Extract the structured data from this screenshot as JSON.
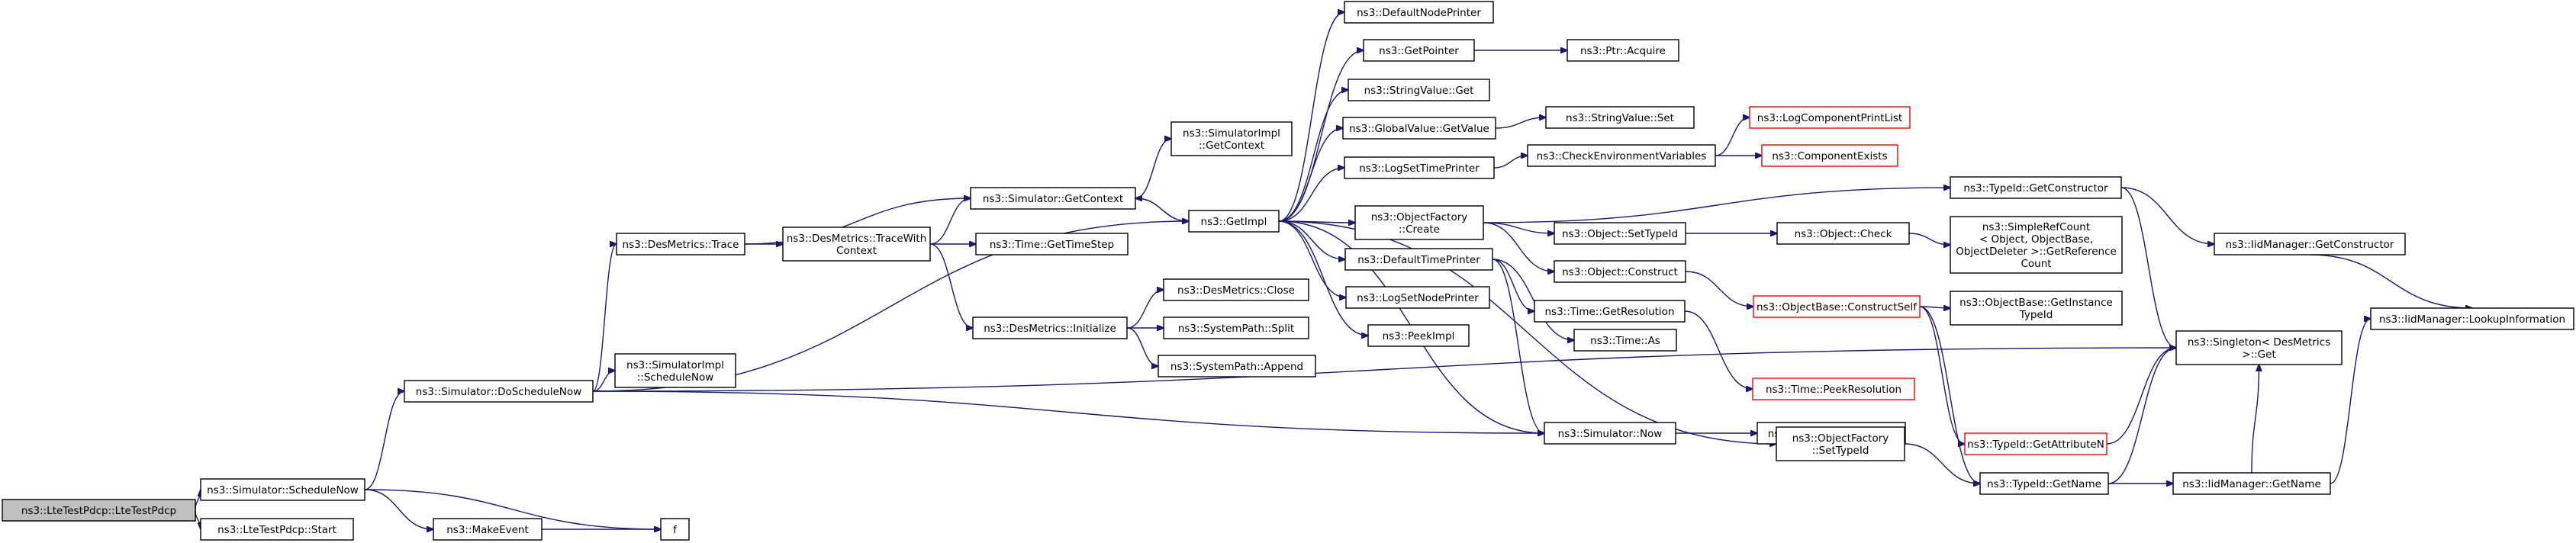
{
  "colors": {
    "edge": "#191970",
    "border": "#000000",
    "highlight_border": "#ff0000",
    "root_fill": "#bfbfbf"
  },
  "nodes": [
    {
      "id": "root",
      "lines": [
        "ns3::LteTestPdcp::LteTestPdcp"
      ]
    },
    {
      "id": "scheduleNow",
      "lines": [
        "ns3::Simulator::ScheduleNow"
      ]
    },
    {
      "id": "start",
      "lines": [
        "ns3::LteTestPdcp::Start"
      ]
    },
    {
      "id": "makeEvent",
      "lines": [
        "ns3::MakeEvent"
      ]
    },
    {
      "id": "f",
      "lines": [
        "f"
      ]
    },
    {
      "id": "doScheduleNow",
      "lines": [
        "ns3::Simulator::DoScheduleNow"
      ]
    },
    {
      "id": "simImplScheduleNow",
      "lines": [
        "ns3::SimulatorImpl",
        "::ScheduleNow"
      ]
    },
    {
      "id": "desTrace",
      "lines": [
        "ns3::DesMetrics::Trace"
      ]
    },
    {
      "id": "desTraceWith",
      "lines": [
        "ns3::DesMetrics::TraceWith",
        "Context"
      ]
    },
    {
      "id": "getContext",
      "lines": [
        "ns3::Simulator::GetContext"
      ]
    },
    {
      "id": "simImplGetContext",
      "lines": [
        "ns3::SimulatorImpl",
        "::GetContext"
      ]
    },
    {
      "id": "timeGetTimeStep",
      "lines": [
        "ns3::Time::GetTimeStep"
      ]
    },
    {
      "id": "desInit",
      "lines": [
        "ns3::DesMetrics::Initialize"
      ]
    },
    {
      "id": "desClose",
      "lines": [
        "ns3::DesMetrics::Close"
      ]
    },
    {
      "id": "spSplit",
      "lines": [
        "ns3::SystemPath::Split"
      ]
    },
    {
      "id": "spAppend",
      "lines": [
        "ns3::SystemPath::Append"
      ]
    },
    {
      "id": "getImpl",
      "lines": [
        "ns3::GetImpl"
      ]
    },
    {
      "id": "defNodePrinter",
      "lines": [
        "ns3::DefaultNodePrinter"
      ]
    },
    {
      "id": "getPointer",
      "lines": [
        "ns3::GetPointer"
      ]
    },
    {
      "id": "ptrAcquire",
      "lines": [
        "ns3::Ptr::Acquire"
      ]
    },
    {
      "id": "strValGet",
      "lines": [
        "ns3::StringValue::Get"
      ]
    },
    {
      "id": "gvGetValue",
      "lines": [
        "ns3::GlobalValue::GetValue"
      ]
    },
    {
      "id": "strValSet",
      "lines": [
        "ns3::StringValue::Set"
      ]
    },
    {
      "id": "logSetTimePrinter",
      "lines": [
        "ns3::LogSetTimePrinter"
      ]
    },
    {
      "id": "checkEnv",
      "lines": [
        "ns3::CheckEnvironmentVariables"
      ]
    },
    {
      "id": "logCompPrintList",
      "lines": [
        "ns3::LogComponentPrintList"
      ],
      "highlight": true
    },
    {
      "id": "compExists",
      "lines": [
        "ns3::ComponentExists"
      ],
      "highlight": true
    },
    {
      "id": "ofCreate",
      "lines": [
        "ns3::ObjectFactory",
        "::Create"
      ]
    },
    {
      "id": "tidGetConstructor",
      "lines": [
        "ns3::TypeId::GetConstructor"
      ]
    },
    {
      "id": "objSetTypeId",
      "lines": [
        "ns3::Object::SetTypeId"
      ]
    },
    {
      "id": "objCheck",
      "lines": [
        "ns3::Object::Check"
      ]
    },
    {
      "id": "simpleRefCount",
      "lines": [
        "ns3::SimpleRefCount",
        "< Object, ObjectBase,",
        "ObjectDeleter >::GetReference",
        "Count"
      ]
    },
    {
      "id": "iidGetConstructor",
      "lines": [
        "ns3::IidManager::GetConstructor"
      ]
    },
    {
      "id": "iidLookup",
      "lines": [
        "ns3::IidManager::LookupInformation"
      ]
    },
    {
      "id": "objConstruct",
      "lines": [
        "ns3::Object::Construct"
      ]
    },
    {
      "id": "defTimePrinter",
      "lines": [
        "ns3::DefaultTimePrinter"
      ]
    },
    {
      "id": "obConstructSelf",
      "lines": [
        "ns3::ObjectBase::ConstructSelf"
      ],
      "highlight": true
    },
    {
      "id": "obGetInstanceTypeId",
      "lines": [
        "ns3::ObjectBase::GetInstance",
        "TypeId"
      ]
    },
    {
      "id": "timeGetResolution",
      "lines": [
        "ns3::Time::GetResolution"
      ]
    },
    {
      "id": "logSetNodePrinter",
      "lines": [
        "ns3::LogSetNodePrinter"
      ]
    },
    {
      "id": "timePeekResolution",
      "lines": [
        "ns3::Time::PeekResolution"
      ],
      "highlight": true
    },
    {
      "id": "tidGetAttributeN",
      "lines": [
        "ns3::TypeId::GetAttributeN"
      ],
      "highlight": true
    },
    {
      "id": "singletonGet",
      "lines": [
        "ns3::Singleton< DesMetrics",
        ">::Get"
      ]
    },
    {
      "id": "peekImpl",
      "lines": [
        "ns3::PeekImpl"
      ]
    },
    {
      "id": "timeAs",
      "lines": [
        "ns3::Time::As"
      ]
    },
    {
      "id": "simNow",
      "lines": [
        "ns3::Simulator::Now"
      ]
    },
    {
      "id": "simImplNow",
      "lines": [
        "ns3::SimulatorImpl::Now"
      ]
    },
    {
      "id": "tidGetName",
      "lines": [
        "ns3::TypeId::GetName"
      ]
    },
    {
      "id": "iidGetName",
      "lines": [
        "ns3::IidManager::GetName"
      ]
    },
    {
      "id": "ofSetTypeId",
      "lines": [
        "ns3::ObjectFactory",
        "::SetTypeId"
      ]
    }
  ]
}
